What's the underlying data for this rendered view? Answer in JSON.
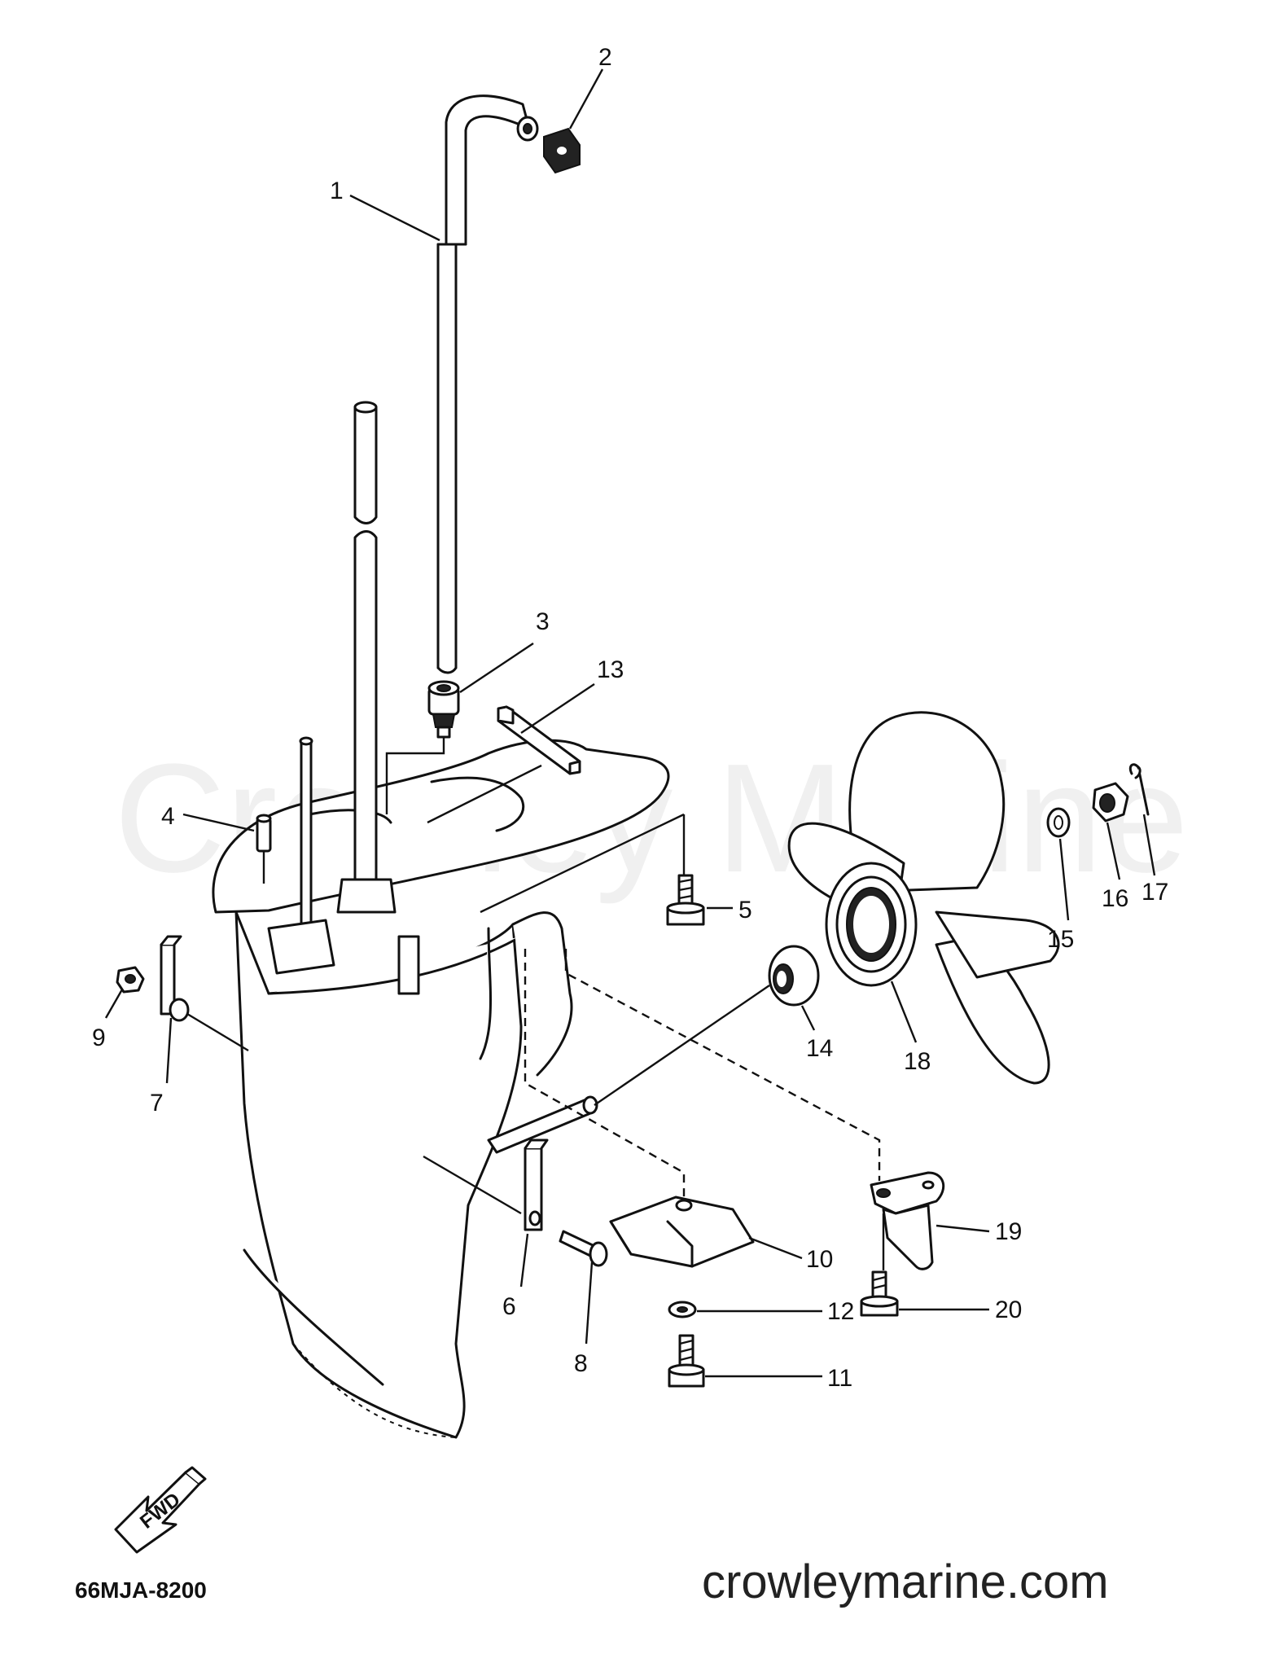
{
  "diagram": {
    "watermark": "Crowley Marine",
    "part_code": "66MJA-8200",
    "website": "crowleymarine.com",
    "direction_marker": "FWD",
    "callouts": [
      "1",
      "2",
      "3",
      "4",
      "5",
      "6",
      "7",
      "8",
      "9",
      "10",
      "11",
      "12",
      "13",
      "14",
      "15",
      "16",
      "17",
      "18",
      "19",
      "20"
    ]
  }
}
